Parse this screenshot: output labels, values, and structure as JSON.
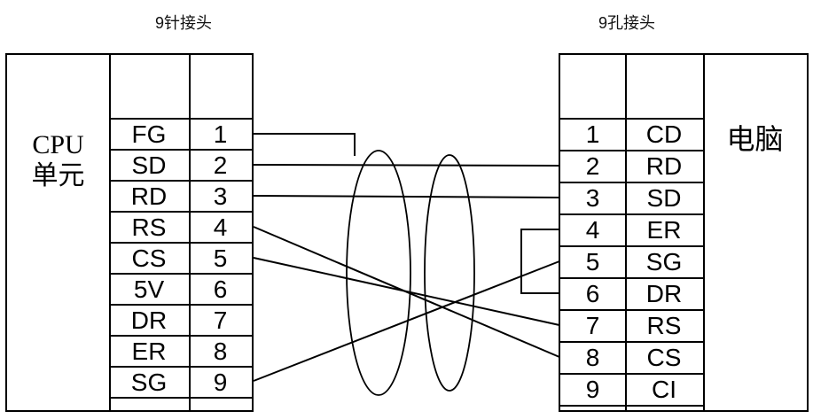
{
  "labels": {
    "left_connector": "9针接头",
    "right_connector": "9孔接头",
    "left_device": "CPU\n单元",
    "right_device": "电脑"
  },
  "left_table": {
    "rows": [
      {
        "signal": "FG",
        "pin": "1"
      },
      {
        "signal": "SD",
        "pin": "2"
      },
      {
        "signal": "RD",
        "pin": "3"
      },
      {
        "signal": "RS",
        "pin": "4"
      },
      {
        "signal": "CS",
        "pin": "5"
      },
      {
        "signal": "5V",
        "pin": "6"
      },
      {
        "signal": "DR",
        "pin": "7"
      },
      {
        "signal": "ER",
        "pin": "8"
      },
      {
        "signal": "SG",
        "pin": "9"
      }
    ]
  },
  "right_table": {
    "rows": [
      {
        "pin": "1",
        "signal": "CD"
      },
      {
        "pin": "2",
        "signal": "RD"
      },
      {
        "pin": "3",
        "signal": "SD"
      },
      {
        "pin": "4",
        "signal": "ER"
      },
      {
        "pin": "5",
        "signal": "SG"
      },
      {
        "pin": "6",
        "signal": "DR"
      },
      {
        "pin": "7",
        "signal": "RS"
      },
      {
        "pin": "8",
        "signal": "CS"
      },
      {
        "pin": "9",
        "signal": "CI"
      }
    ]
  },
  "connections": [
    {
      "from": "FG pin 1 (CPU)",
      "to": "cable shield"
    },
    {
      "from": "SD pin 2 (CPU)",
      "to": "RD pin 2 (PC)"
    },
    {
      "from": "RD pin 3 (CPU)",
      "to": "SD pin 3 (PC)"
    },
    {
      "from": "RS pin 4 (CPU)",
      "to": "CS pin 8 (PC)"
    },
    {
      "from": "CS pin 5 (CPU)",
      "to": "RS pin 7 (PC)"
    },
    {
      "from": "SG pin 9 (CPU)",
      "to": "SG pin 5 (PC)"
    },
    {
      "from": "ER pin 4 (PC)",
      "to": "DR pin 6 (PC)",
      "note": "jumper"
    }
  ],
  "line_color": "#000000"
}
